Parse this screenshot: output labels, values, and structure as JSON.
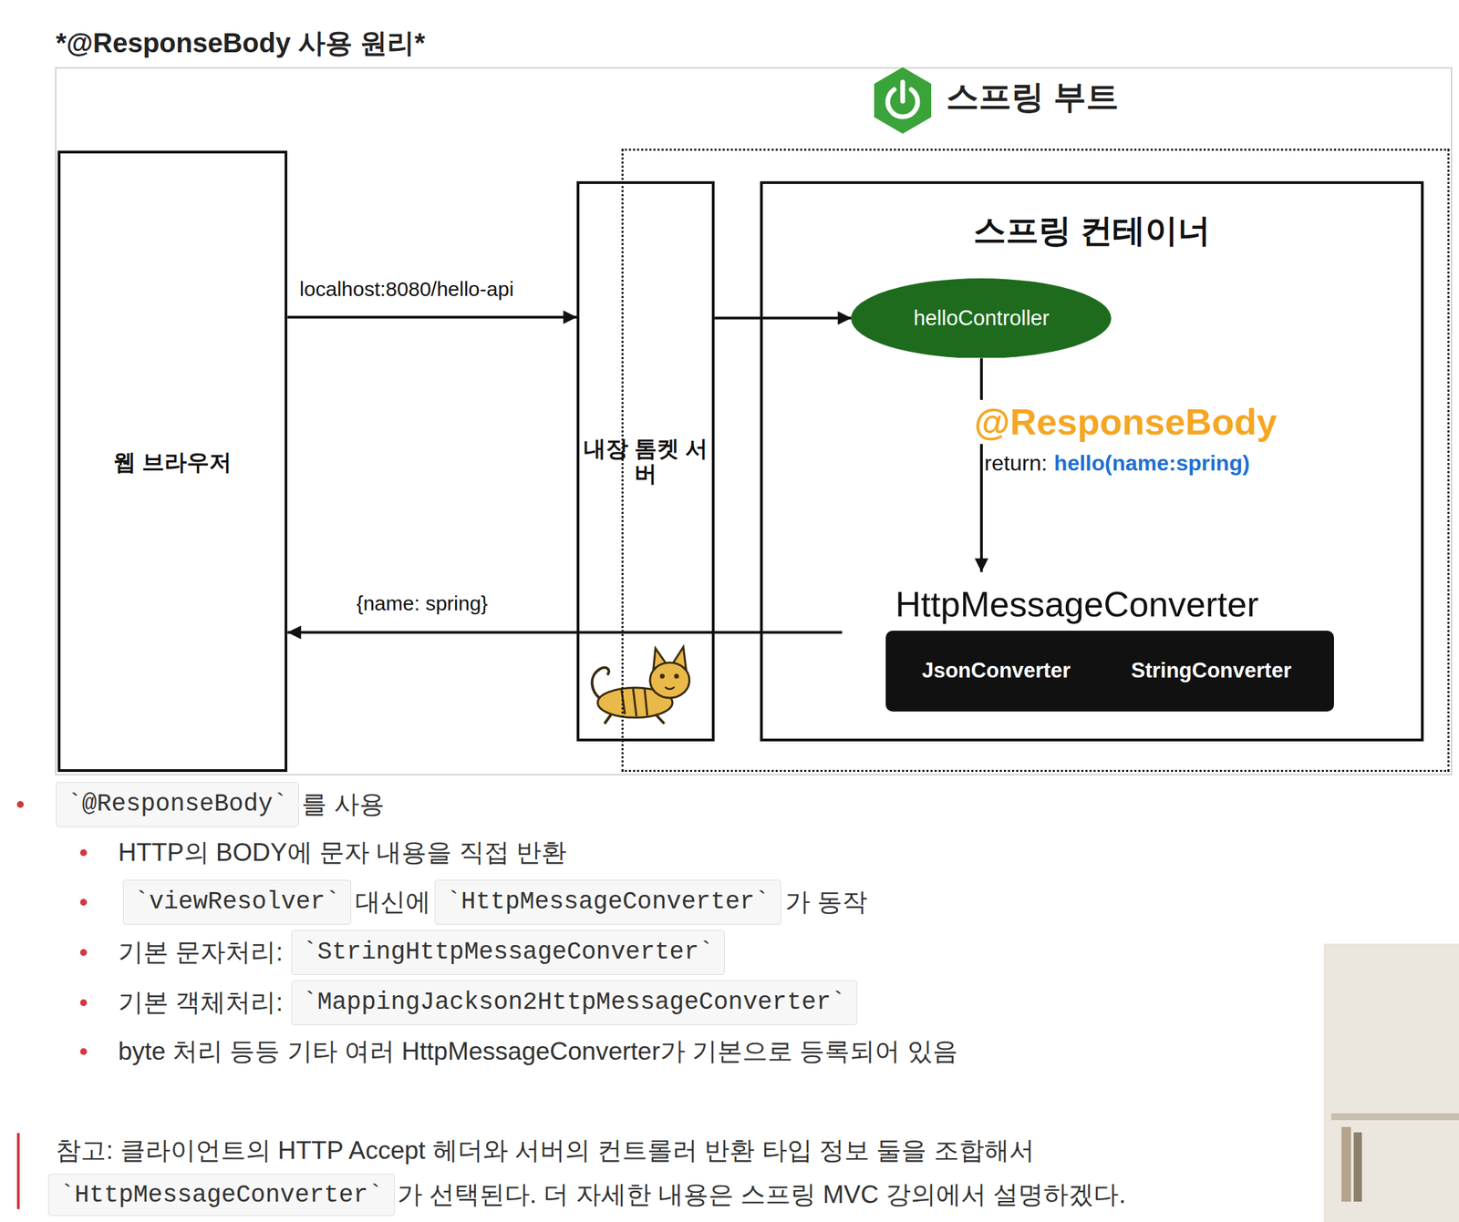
{
  "diagram": {
    "title": "*@ResponseBody 사용 원리*",
    "nodes": [
      {
        "text": [
          "스프링 부트"
        ]
      },
      {
        "text": [
          "웹 브라우저"
        ]
      },
      {
        "text": [
          "내장 톰켓 서버"
        ],
        "in": 0
      },
      {
        "text": [
          "스프링 컨테이너"
        ],
        "in": 0
      },
      {
        "text": [
          "helloController"
        ],
        "in": 3
      },
      {
        "text": [
          "HttpMessageConverter"
        ],
        "in": 3
      },
      {
        "text": [
          "JsonConverter"
        ],
        "in": 5
      },
      {
        "text": [
          "StringConverter"
        ],
        "in": 5
      }
    ],
    "edges": [
      {
        "from": 1,
        "to": 2,
        "arrow": "to",
        "label": "localhost:8080/hello-api"
      },
      {
        "from": 2,
        "to": 4,
        "arrow": "to"
      },
      {
        "from": 4,
        "to": 5,
        "arrow": "to",
        "label": "@ResponseBody"
      },
      {
        "from": 5,
        "to": 1,
        "arrow": "to",
        "label": "{name: spring}"
      }
    ],
    "labels": [
      "return:",
      "hello(name:spring)",
      "`@ResponseBody`",
      "를 사용",
      "HTTP의 BODY에 문자 내용을 직접 반환",
      "`viewResolver`",
      "대신에",
      "`HttpMessageConverter`",
      "가 동작",
      "기본 문자처리:",
      "`StringHttpMessageConverter`",
      "기본 객체처리:",
      "`MappingJackson2HttpMessageConverter`",
      "byte 처리 등등 기타 여러 HttpMessageConverter가 기본으로 등록되어 있음",
      "참고: 클라이언트의 HTTP Accept 헤더와 서버의 컨트롤러 반환 타입 정보 둘을 조합해서",
      "`HttpMessageConverter`",
      "가 선택된다. 더 자세한 내용은 스프링 MVC 강의에서 설명하겠다."
    ]
  }
}
